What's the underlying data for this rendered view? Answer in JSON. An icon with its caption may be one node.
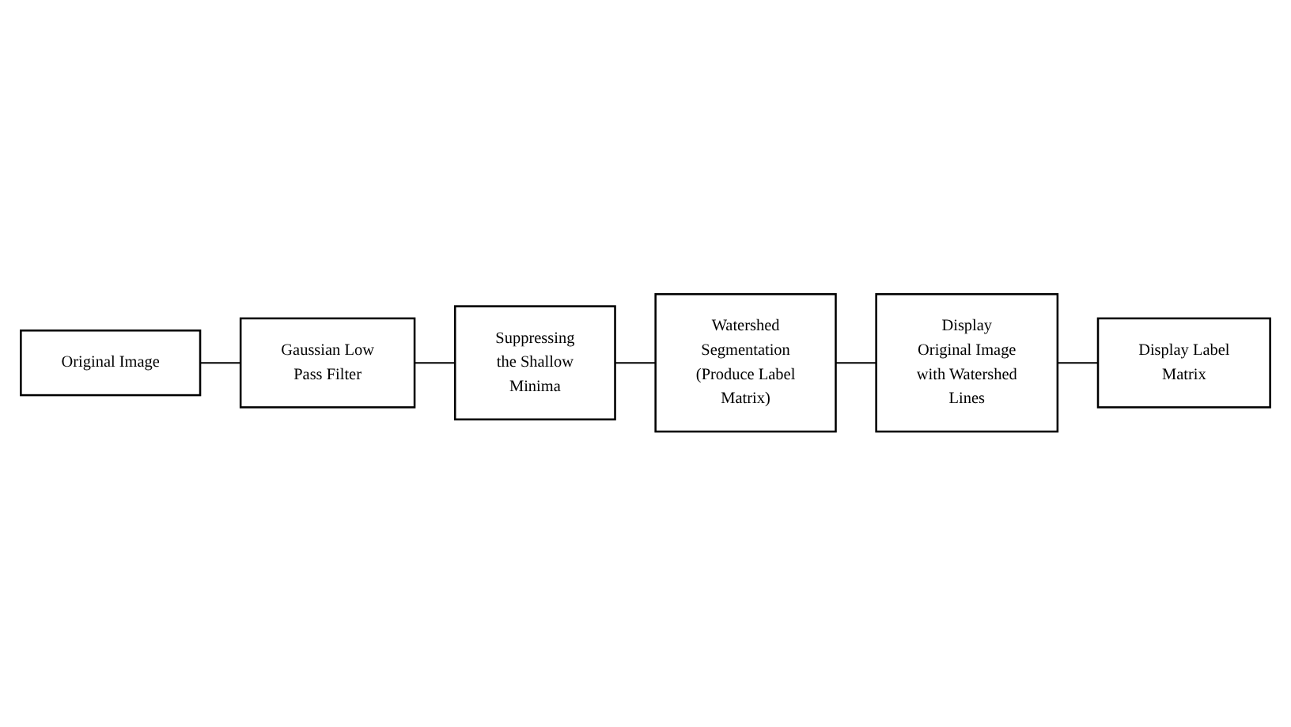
{
  "diagram": {
    "nodes": [
      {
        "text": [
          "Original Image"
        ]
      },
      {
        "text": [
          "Gaussian Low Pass Filter"
        ]
      },
      {
        "text": [
          "Suppressing the Shallow Minima"
        ]
      },
      {
        "text": [
          "Watershed Segmentation (Produce Label Matrix)"
        ]
      },
      {
        "text": [
          "Display Original Image with Watershed Lines"
        ]
      },
      {
        "text": [
          "Display Label Matrix"
        ]
      }
    ],
    "edges": [
      {
        "from": 0,
        "to": 1,
        "arrow": "none"
      },
      {
        "from": 1,
        "to": 2,
        "arrow": "none"
      },
      {
        "from": 2,
        "to": 3,
        "arrow": "none"
      },
      {
        "from": 3,
        "to": 4,
        "arrow": "none"
      },
      {
        "from": 4,
        "to": 5,
        "arrow": "none"
      }
    ]
  }
}
